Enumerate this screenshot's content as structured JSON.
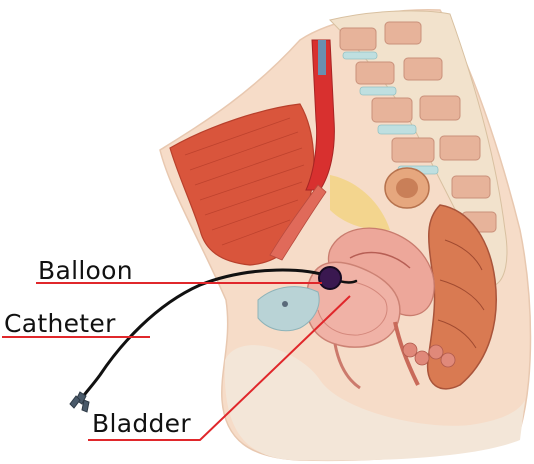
{
  "labels": {
    "balloon": "Balloon",
    "catheter": "Catheter",
    "bladder": "Bladder"
  },
  "colors": {
    "leader_line": "#e0272b",
    "catheter_tube": "#111111",
    "balloon_fill": "#3a1850",
    "connector": "#4a5a6a",
    "background": "#ffffff"
  }
}
